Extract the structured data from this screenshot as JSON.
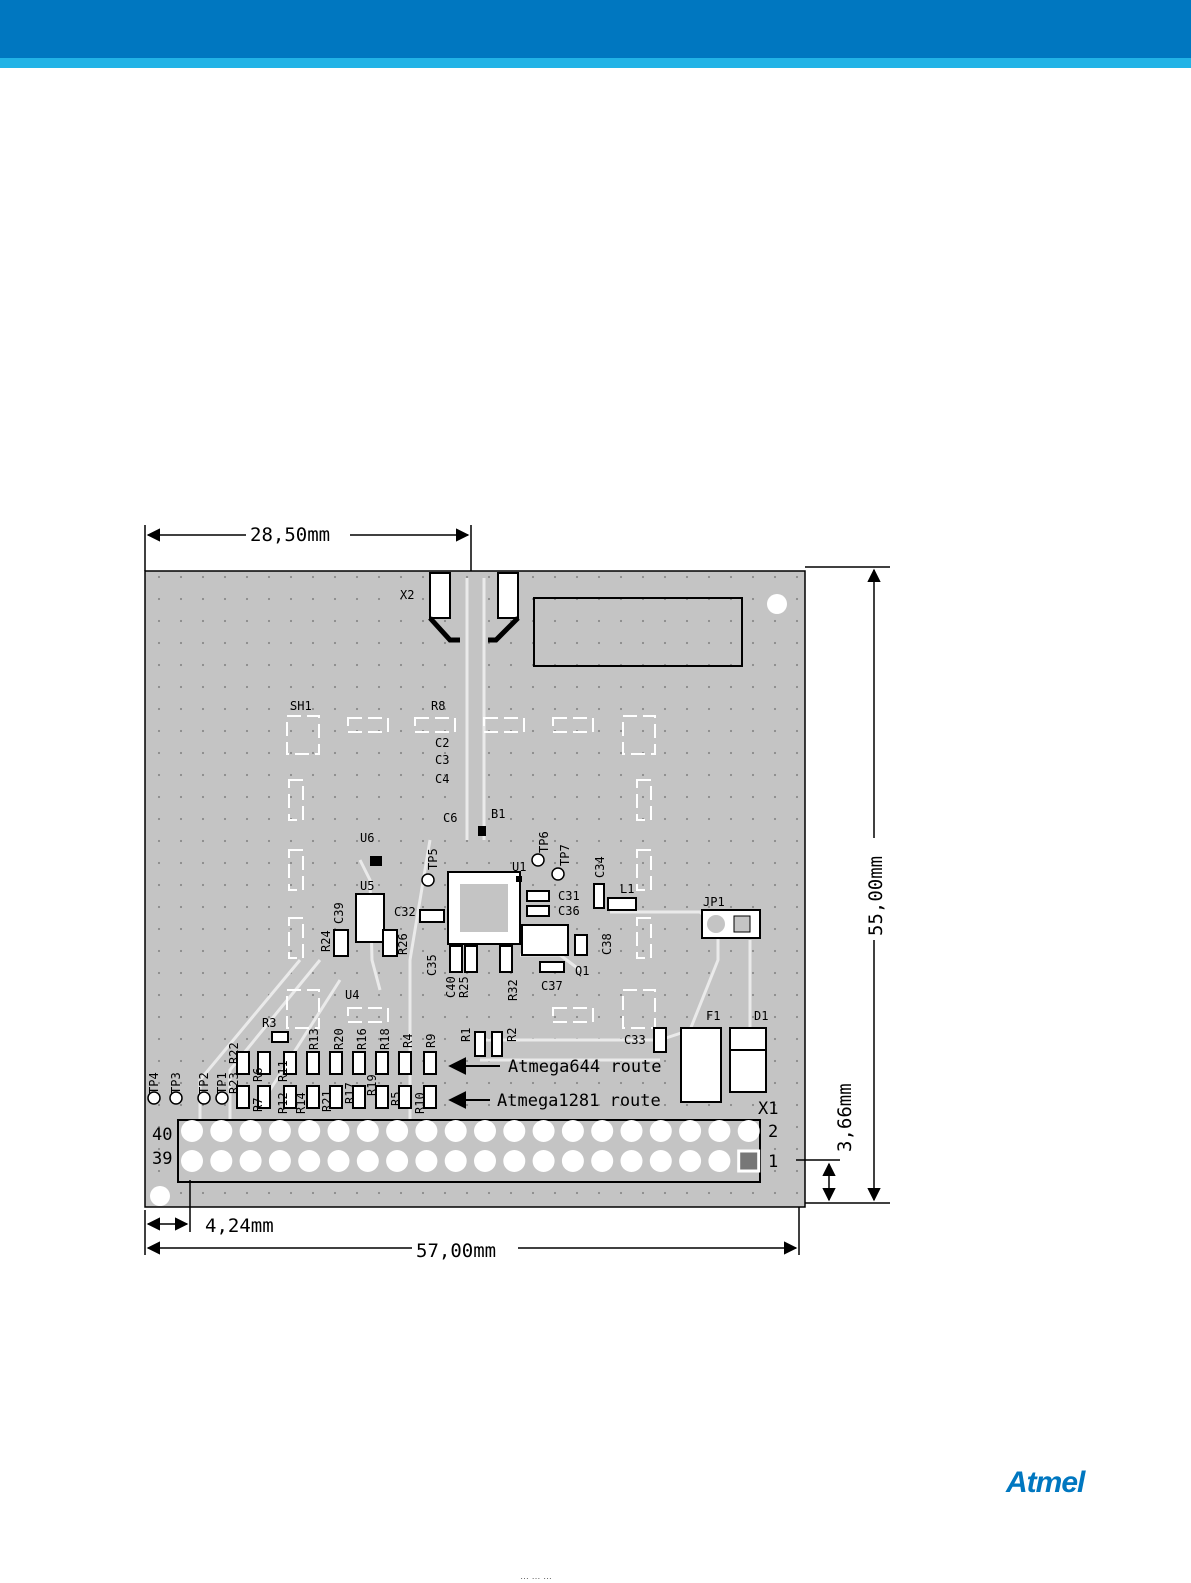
{
  "colors": {
    "header": "#0077C0",
    "header_accent": "#22B3E6",
    "board": "#c4c4c4",
    "logo": "#0077C0"
  },
  "dimensions": {
    "width_top": "28,50mm",
    "height": "55,00mm",
    "pin_offset": "3,66mm",
    "left_offset": "4,24mm",
    "width_total": "57,00mm"
  },
  "labels": {
    "x2": "X2",
    "sh1": "SH1",
    "r8": "R8",
    "c2": "C2",
    "c3": "C3",
    "c4": "C4",
    "c6": "C6",
    "b1": "B1",
    "u6": "U6",
    "tp5": "TP5",
    "tp6": "TP6",
    "tp7": "TP7",
    "u1": "U1",
    "c34": "C34",
    "c31": "C31",
    "c36": "C36",
    "l1": "L1",
    "jp1": "JP1",
    "u5": "U5",
    "c39": "C39",
    "c32": "C32",
    "r24": "R24",
    "r26": "R26",
    "c38": "C38",
    "c35": "C35",
    "c40": "C40",
    "r25": "R25",
    "r32": "R32",
    "q1": "Q1",
    "c37": "C37",
    "u4": "U4",
    "r3": "R3",
    "r1": "R1",
    "r2": "R2",
    "c33": "C33",
    "f1": "F1",
    "d1": "D1",
    "r22": "R22",
    "r13": "R13",
    "r20": "R20",
    "r16": "R16",
    "r18": "R18",
    "r4": "R4",
    "r9": "R9",
    "r6": "R6",
    "r11": "R11",
    "r23": "R23",
    "r7": "R7",
    "r12": "R12",
    "r14": "R14",
    "r21": "R21",
    "r17": "R17",
    "r19": "R19",
    "r5": "R5",
    "r10": "R10",
    "tp4": "TP4",
    "tp3": "TP3",
    "tp2": "TP2",
    "tp1": "TP1",
    "x1": "X1",
    "pin40": "40",
    "pin39": "39",
    "pin2": "2",
    "pin1": "1",
    "route_644": "Atmega644 route",
    "route_1281": "Atmega1281 route"
  },
  "logo": {
    "text": "Atmel"
  },
  "footer": {
    "text": "… … …"
  }
}
